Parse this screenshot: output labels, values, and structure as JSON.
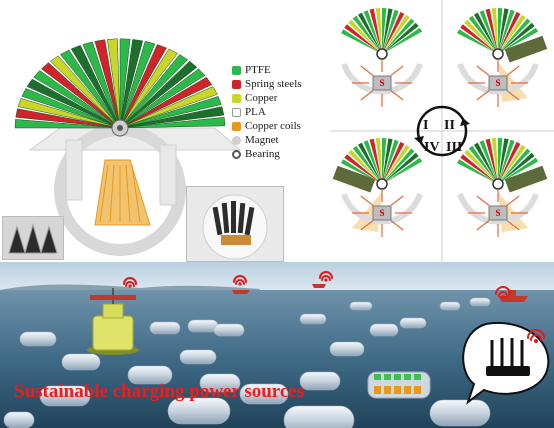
{
  "legend": [
    {
      "label": "PTFE",
      "color": "#2eb84a"
    },
    {
      "label": "Spring steels",
      "color": "#d0242b"
    },
    {
      "label": "Copper",
      "color": "#c8d62a"
    },
    {
      "label": "PLA",
      "color": "#e6e6e6"
    },
    {
      "label": "Copper coils",
      "color": "#e8981c"
    },
    {
      "label": "Magnet",
      "color": "#bdbdbd"
    },
    {
      "label": "Bearing",
      "color": "#6b6b6b"
    }
  ],
  "cycle": {
    "stages": [
      "I",
      "II",
      "III",
      "IV"
    ]
  },
  "magnet_label": "S",
  "caption": "Sustainable charging power sources"
}
